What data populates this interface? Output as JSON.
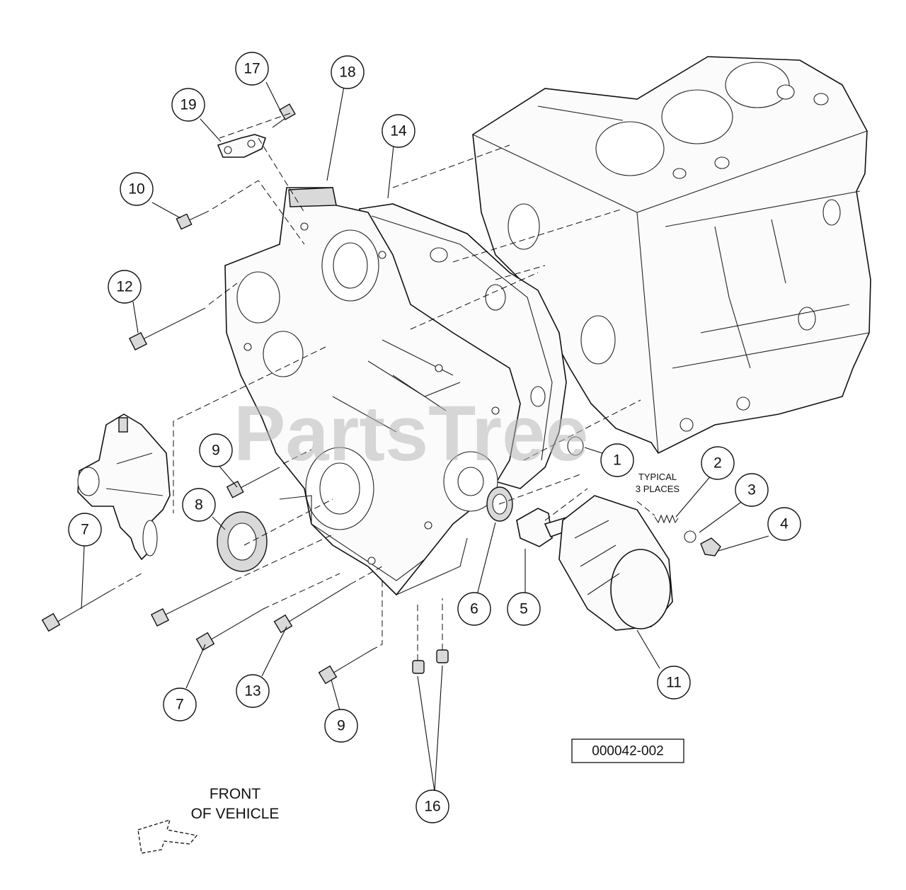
{
  "callouts": [
    {
      "id": "c1",
      "label": "1"
    },
    {
      "id": "c2",
      "label": "2"
    },
    {
      "id": "c3",
      "label": "3"
    },
    {
      "id": "c4",
      "label": "4"
    },
    {
      "id": "c5",
      "label": "5"
    },
    {
      "id": "c6",
      "label": "6"
    },
    {
      "id": "c7a",
      "label": "7"
    },
    {
      "id": "c7b",
      "label": "7"
    },
    {
      "id": "c8",
      "label": "8"
    },
    {
      "id": "c9a",
      "label": "9"
    },
    {
      "id": "c9b",
      "label": "9"
    },
    {
      "id": "c10",
      "label": "10"
    },
    {
      "id": "c11",
      "label": "11"
    },
    {
      "id": "c12",
      "label": "12"
    },
    {
      "id": "c13",
      "label": "13"
    },
    {
      "id": "c14",
      "label": "14"
    },
    {
      "id": "c16",
      "label": "16"
    },
    {
      "id": "c17",
      "label": "17"
    },
    {
      "id": "c18",
      "label": "18"
    },
    {
      "id": "c19",
      "label": "19"
    }
  ],
  "note": {
    "line1": "TYPICAL",
    "line2": "3 PLACES"
  },
  "front": {
    "line1": "FRONT",
    "line2": "OF VEHICLE"
  },
  "part_number": "000042-002",
  "watermark": "PartsTree"
}
